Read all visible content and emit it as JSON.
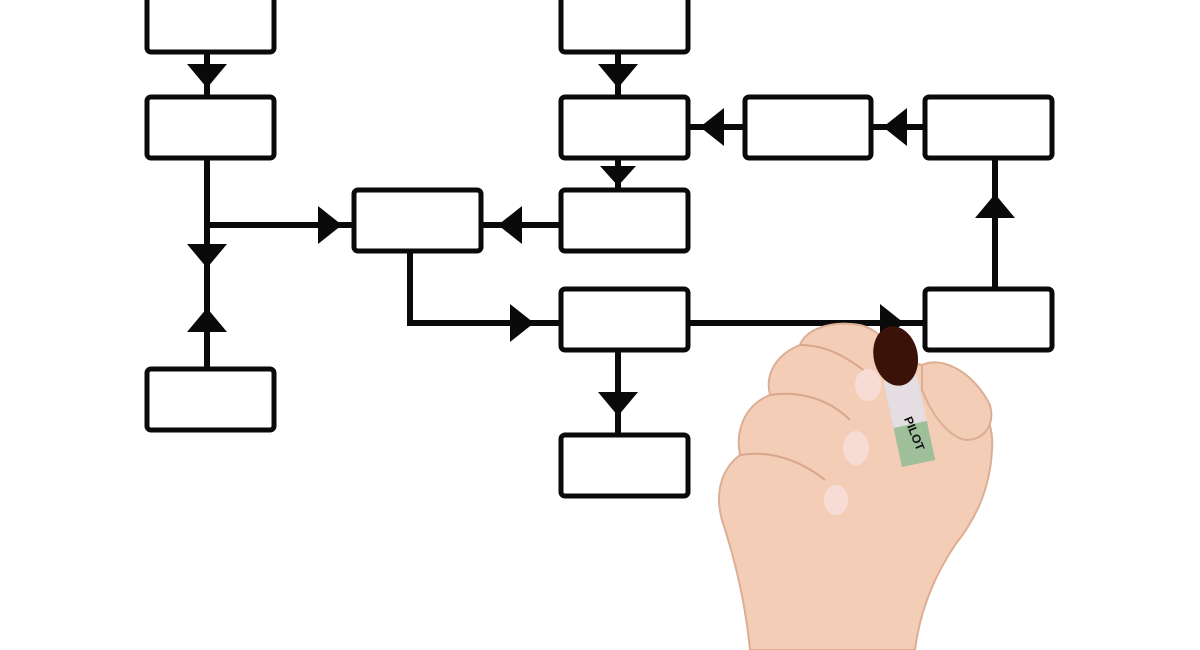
{
  "diagram": {
    "type": "flowchart",
    "box_count": 12,
    "stroke_color": "#0a0a0a",
    "background": "#ffffff"
  },
  "marker": {
    "brand_text": "PILOT",
    "cap_color": "#3a1208",
    "skin_color": "#f3cdb6"
  }
}
